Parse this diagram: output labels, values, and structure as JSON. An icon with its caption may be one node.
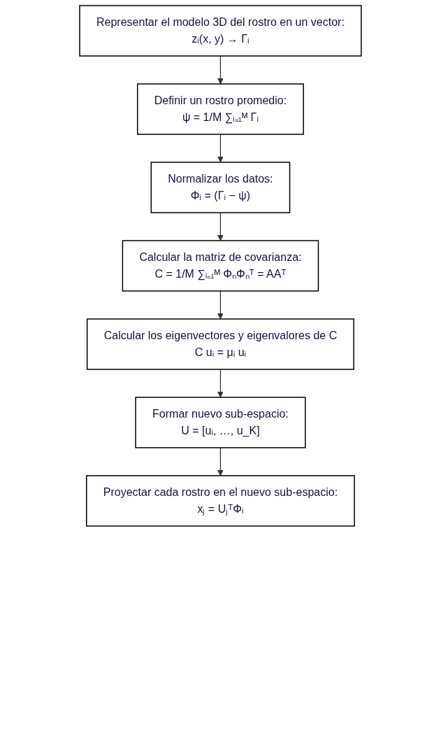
{
  "diagram": {
    "nodes": [
      {
        "text": [
          "Representar el modelo 3D del rostro en un vector:",
          "zᵢ(x, y) → Γᵢ"
        ]
      },
      {
        "text": [
          "Definir un rostro promedio:",
          "ψ = 1/M ∑ᵢ₌₁ᴹ Γᵢ"
        ]
      },
      {
        "text": [
          "Normalizar los datos:",
          "Φᵢ = (Γᵢ − ψ)"
        ]
      },
      {
        "text": [
          "Calcular la matriz de covarianza:",
          "C = 1/M ∑ᵢ₌₁ᴹ ΦₙΦₙᵀ = AAᵀ"
        ]
      },
      {
        "text": [
          "Calcular los eigenvectores y eigenvalores de C",
          "C uᵢ = μᵢ uᵢ"
        ]
      },
      {
        "text": [
          "Formar nuevo sub-espacio:",
          "U = [uᵢ, …, u_K]"
        ]
      },
      {
        "text": [
          "Proyectar cada rostro en el nuevo sub-espacio:",
          "xⱼ = UⱼᵀΦᵢ"
        ]
      }
    ],
    "edges": [
      {
        "from": 0,
        "to": 1,
        "arrow": "to"
      },
      {
        "from": 1,
        "to": 2,
        "arrow": "to"
      },
      {
        "from": 2,
        "to": 3,
        "arrow": "to"
      },
      {
        "from": 3,
        "to": 4,
        "arrow": "to"
      },
      {
        "from": 4,
        "to": 5,
        "arrow": "to"
      },
      {
        "from": 5,
        "to": 6,
        "arrow": "to"
      }
    ]
  }
}
